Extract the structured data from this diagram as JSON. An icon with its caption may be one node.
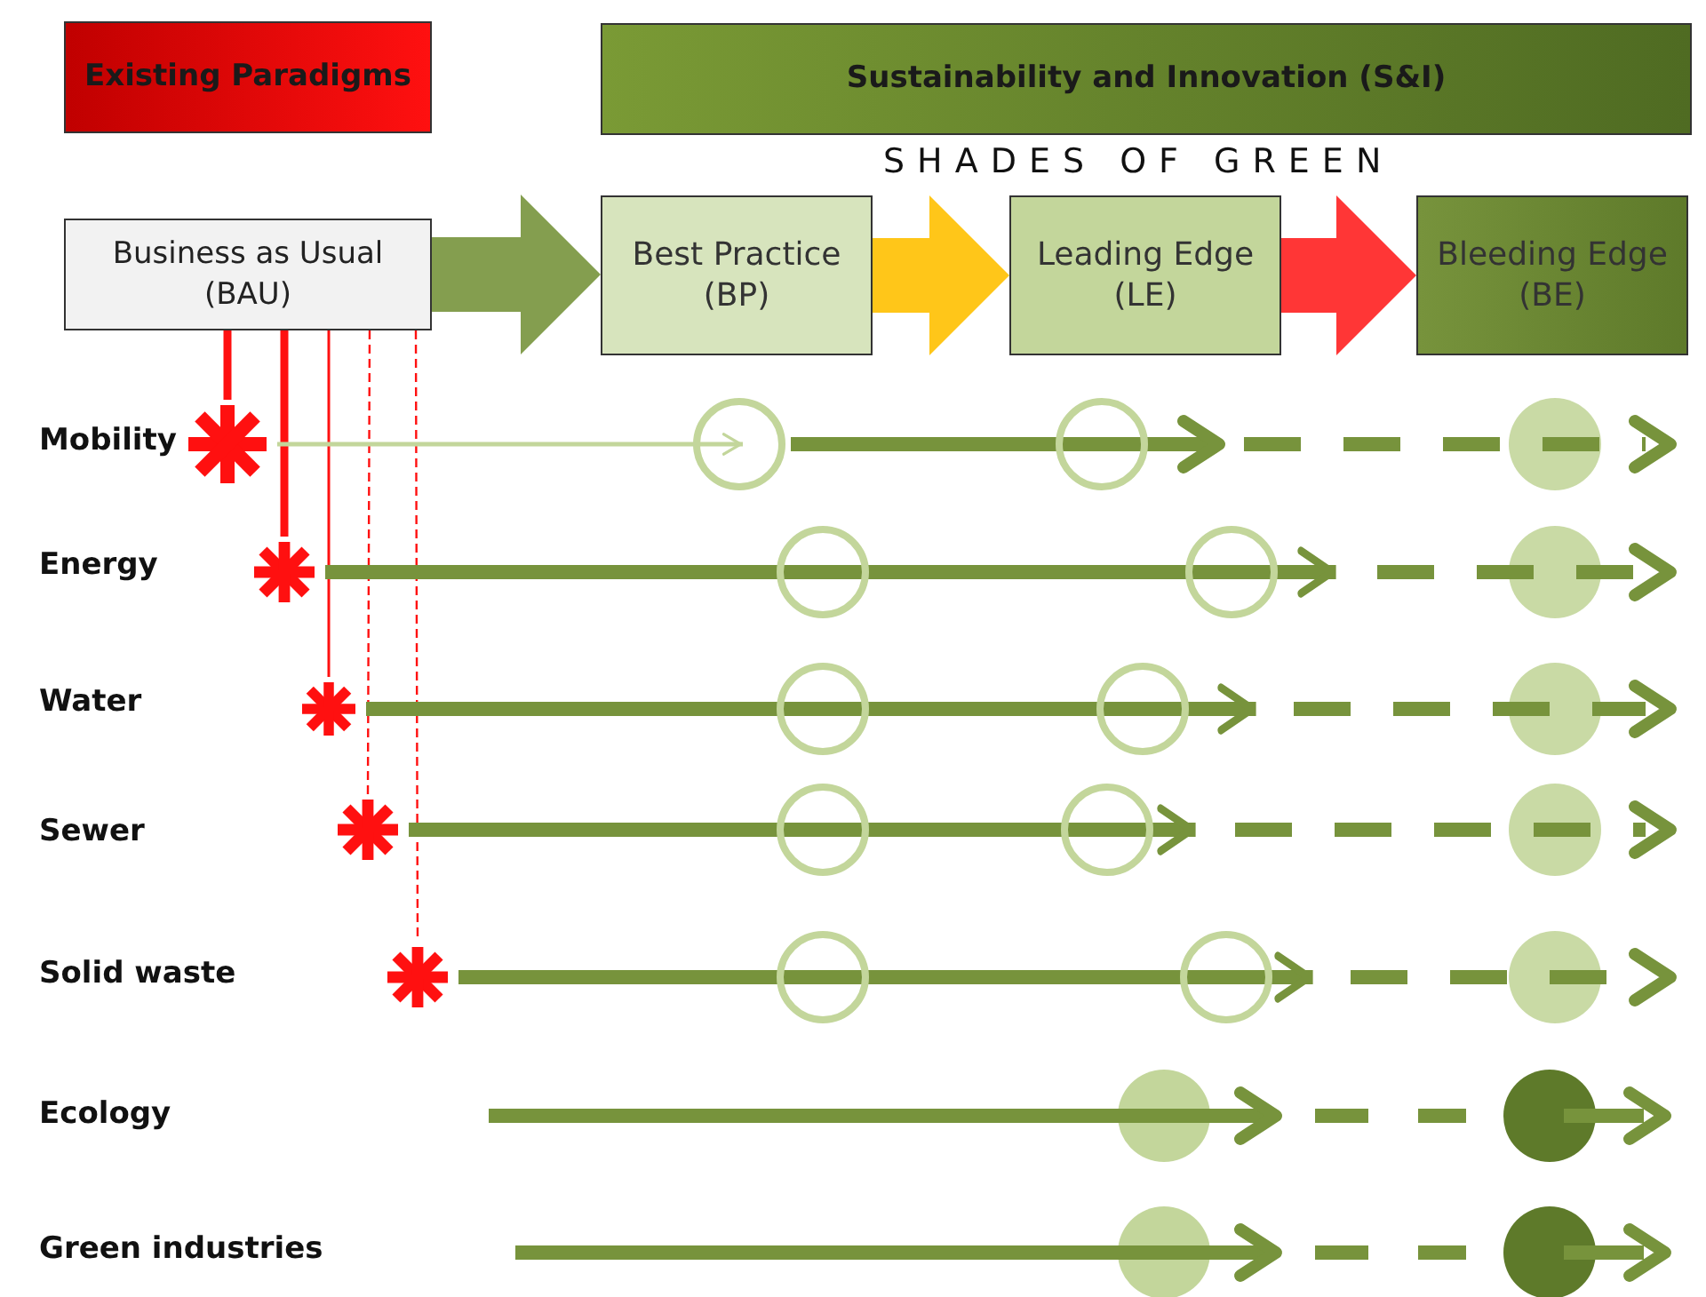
{
  "diagram": {
    "nodes": [
      {
        "text": [
          "Existing Paradigms"
        ]
      },
      {
        "text": [
          "Sustainability and Innovation (S&I)"
        ]
      },
      {
        "text": [
          "Business as Usual (BAU)"
        ]
      },
      {
        "text": [
          "Best Practice (BP)"
        ]
      },
      {
        "text": [
          "Leading Edge (LE)"
        ]
      },
      {
        "text": [
          "Bleeding Edge (BE)"
        ]
      },
      {
        "text": [],
        "shape": "asterisk"
      },
      {
        "text": [],
        "shape": "asterisk"
      },
      {
        "text": [],
        "shape": "asterisk"
      },
      {
        "text": [],
        "shape": "asterisk"
      },
      {
        "text": [],
        "shape": "asterisk"
      }
    ],
    "edges": [
      {
        "from": 2,
        "to": 3,
        "arrow": "to",
        "style": "thick",
        "color": "#77933c"
      },
      {
        "from": 3,
        "to": 4,
        "arrow": "to",
        "style": "thick",
        "color": "#ffc000"
      },
      {
        "from": 4,
        "to": 5,
        "arrow": "to",
        "style": "thick",
        "color": "#ff2020"
      },
      {
        "from": 2,
        "to": 6,
        "arrow": "none",
        "color": "#ff1010"
      },
      {
        "from": 2,
        "to": 7,
        "arrow": "none",
        "color": "#ff1010"
      },
      {
        "from": 2,
        "to": 8,
        "arrow": "none",
        "color": "#ff1010"
      },
      {
        "from": 2,
        "to": 9,
        "arrow": "none",
        "style": "dashed",
        "color": "#ff1010"
      },
      {
        "from": 2,
        "to": 10,
        "arrow": "none",
        "style": "dashed",
        "color": "#ff1010"
      },
      {
        "from": 6,
        "to": null,
        "arrow": "to",
        "color": "#c3d69b"
      },
      {
        "from": 7,
        "to": null,
        "arrow": "to",
        "color": "#77933c"
      },
      {
        "from": 8,
        "to": null,
        "arrow": "to",
        "color": "#77933c"
      },
      {
        "from": 9,
        "to": null,
        "arrow": "to",
        "color": "#77933c"
      },
      {
        "from": 10,
        "to": null,
        "arrow": "to",
        "color": "#77933c"
      }
    ],
    "labels": [
      "SHADES OF GREEN",
      "Mobility",
      "Energy",
      "Water",
      "Sewer",
      "Solid waste",
      "Ecology",
      "Green industries"
    ]
  }
}
